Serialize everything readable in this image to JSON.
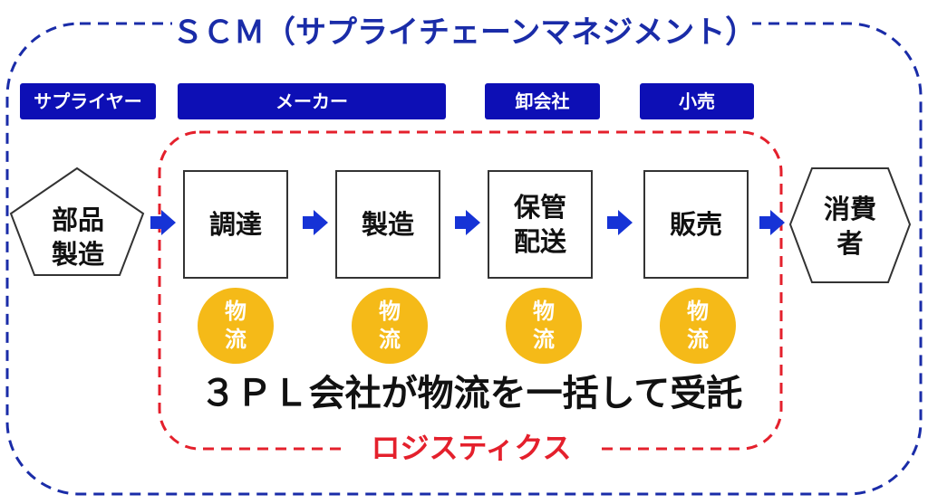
{
  "scm": {
    "title": "ＳＣＭ（サプライチェーンマネジメント）"
  },
  "logistics": {
    "title": "ロジスティクス"
  },
  "roles": {
    "supplier": "サプライヤー",
    "maker": "メーカー",
    "wholesaler": "卸会社",
    "retail": "小売"
  },
  "nodes": {
    "parts": {
      "line1": "部品",
      "line2": "製造"
    },
    "consumer": {
      "line1": "消費",
      "line2": "者"
    }
  },
  "steps": {
    "procurement": "調達",
    "manufacturing": "製造",
    "storage": {
      "line1": "保管",
      "line2": "配送"
    },
    "sales": "販売"
  },
  "badge": {
    "line1": "物",
    "line2": "流"
  },
  "tagline": "３ＰＬ会社が物流を一括して受託",
  "colors": {
    "scm_border": "#1a2ca8",
    "logistics_border": "#e4202c",
    "role_bg": "#0d0fb5",
    "arrow": "#1633d6",
    "badge": "#f5ba18"
  }
}
